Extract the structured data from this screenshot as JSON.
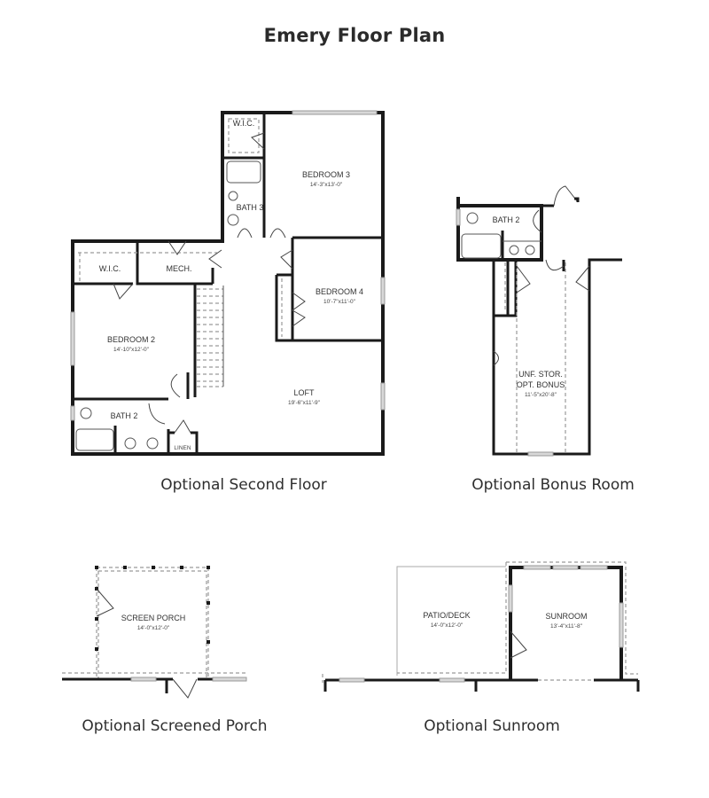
{
  "title": "Emery Floor Plan",
  "plans": {
    "second_floor": {
      "caption": "Optional Second Floor",
      "rooms": {
        "wic_top": {
          "label": "W.I.C."
        },
        "bedroom3": {
          "label": "BEDROOM 3",
          "dims": "14'-3\"x13'-0\""
        },
        "bath3": {
          "label": "BATH 3"
        },
        "bedroom4": {
          "label": "BEDROOM 4",
          "dims": "10'-7\"x11'-0\""
        },
        "wic_left": {
          "label": "W.I.C."
        },
        "mech": {
          "label": "MECH."
        },
        "bedroom2": {
          "label": "BEDROOM 2",
          "dims": "14'-10\"x12'-0\""
        },
        "bath2": {
          "label": "BATH 2"
        },
        "linen": {
          "label": "LINEN"
        },
        "loft": {
          "label": "LOFT",
          "dims": "19'-6\"x11'-9\""
        }
      }
    },
    "bonus_room": {
      "caption": "Optional Bonus Room",
      "rooms": {
        "bath2": {
          "label": "BATH 2"
        },
        "storage_line1": {
          "label": "UNF. STOR."
        },
        "storage_line2": {
          "label": "OPT. BONUS"
        },
        "storage_dims": {
          "dims": "11'-5\"x20'-8\""
        }
      }
    },
    "screened_porch": {
      "caption": "Optional Screened Porch",
      "rooms": {
        "porch": {
          "label": "SCREEN PORCH",
          "dims": "14'-0\"x12'-0\""
        }
      }
    },
    "sunroom": {
      "caption": "Optional Sunroom",
      "rooms": {
        "patio": {
          "label": "PATIO/DECK",
          "dims": "14'-0\"x12'-0\""
        },
        "sunroom": {
          "label": "SUNROOM",
          "dims": "13'-4\"x11'-8\""
        }
      }
    }
  }
}
